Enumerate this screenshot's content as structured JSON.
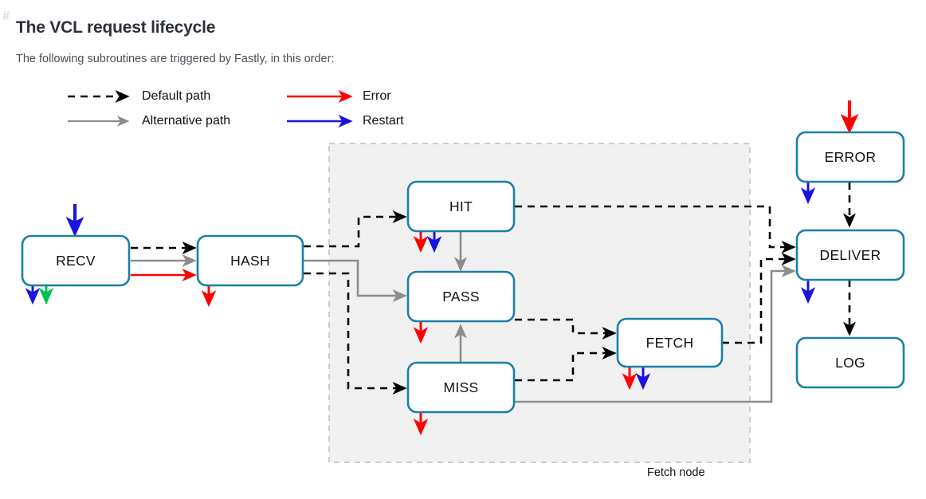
{
  "page": {
    "anchor_glyph": "#",
    "title": "The VCL request lifecycle",
    "subtitle": "The following subroutines are triggered by Fastly, in this order:"
  },
  "legend": {
    "items": [
      {
        "label": "Default path",
        "style": "dashed",
        "color": "#000000"
      },
      {
        "label": "Alternative path",
        "style": "solid",
        "color": "#8c8c8c"
      },
      {
        "label": "Error",
        "style": "solid",
        "color": "#fe0000"
      },
      {
        "label": "Restart",
        "style": "solid",
        "color": "#1a12e0"
      }
    ]
  },
  "diagram": {
    "group_label": "Fetch node",
    "node_border_color": "#1b7fa8",
    "node_fill_color": "#ffffff",
    "group_fill_color": "#f0f0f0",
    "group_border_color": "#cccccc",
    "nodes": [
      {
        "id": "recv",
        "label": "RECV"
      },
      {
        "id": "hash",
        "label": "HASH"
      },
      {
        "id": "hit",
        "label": "HIT"
      },
      {
        "id": "pass",
        "label": "PASS"
      },
      {
        "id": "miss",
        "label": "MISS"
      },
      {
        "id": "fetch",
        "label": "FETCH"
      },
      {
        "id": "error",
        "label": "ERROR"
      },
      {
        "id": "deliver",
        "label": "DELIVER"
      },
      {
        "id": "log",
        "label": "LOG"
      }
    ],
    "edges": [
      {
        "from": "recv",
        "to": "hash",
        "type": "default"
      },
      {
        "from": "recv",
        "to": "hash",
        "type": "alternative"
      },
      {
        "from": "recv",
        "to": "hash",
        "type": "error"
      },
      {
        "from": "hash",
        "to": "hit",
        "type": "default"
      },
      {
        "from": "hash",
        "to": "pass",
        "type": "alternative"
      },
      {
        "from": "hash",
        "to": "miss",
        "type": "default"
      },
      {
        "from": "hit",
        "to": "pass",
        "type": "alternative"
      },
      {
        "from": "hit",
        "to": "deliver",
        "type": "default"
      },
      {
        "from": "miss",
        "to": "pass",
        "type": "alternative"
      },
      {
        "from": "miss",
        "to": "fetch",
        "type": "default"
      },
      {
        "from": "miss",
        "to": "deliver",
        "type": "alternative"
      },
      {
        "from": "pass",
        "to": "fetch",
        "type": "default"
      },
      {
        "from": "fetch",
        "to": "deliver",
        "type": "default"
      },
      {
        "from": "error",
        "to": "deliver",
        "type": "default"
      },
      {
        "from": "deliver",
        "to": "log",
        "type": "default"
      },
      {
        "from": "entry",
        "to": "recv",
        "type": "restart"
      },
      {
        "from": "entry",
        "to": "error",
        "type": "error"
      }
    ],
    "stub_arrows": [
      {
        "node": "recv",
        "color": "#1a12e0",
        "meaning": "restart"
      },
      {
        "node": "recv",
        "color": "#00c24e",
        "meaning": "green"
      },
      {
        "node": "hash",
        "color": "#fe0000",
        "meaning": "error"
      },
      {
        "node": "hit",
        "color": "#fe0000",
        "meaning": "error"
      },
      {
        "node": "hit",
        "color": "#1a12e0",
        "meaning": "restart"
      },
      {
        "node": "pass",
        "color": "#fe0000",
        "meaning": "error"
      },
      {
        "node": "miss",
        "color": "#fe0000",
        "meaning": "error"
      },
      {
        "node": "fetch",
        "color": "#fe0000",
        "meaning": "error"
      },
      {
        "node": "fetch",
        "color": "#1a12e0",
        "meaning": "restart"
      },
      {
        "node": "error",
        "color": "#1a12e0",
        "meaning": "restart"
      },
      {
        "node": "deliver",
        "color": "#1a12e0",
        "meaning": "restart"
      }
    ]
  }
}
